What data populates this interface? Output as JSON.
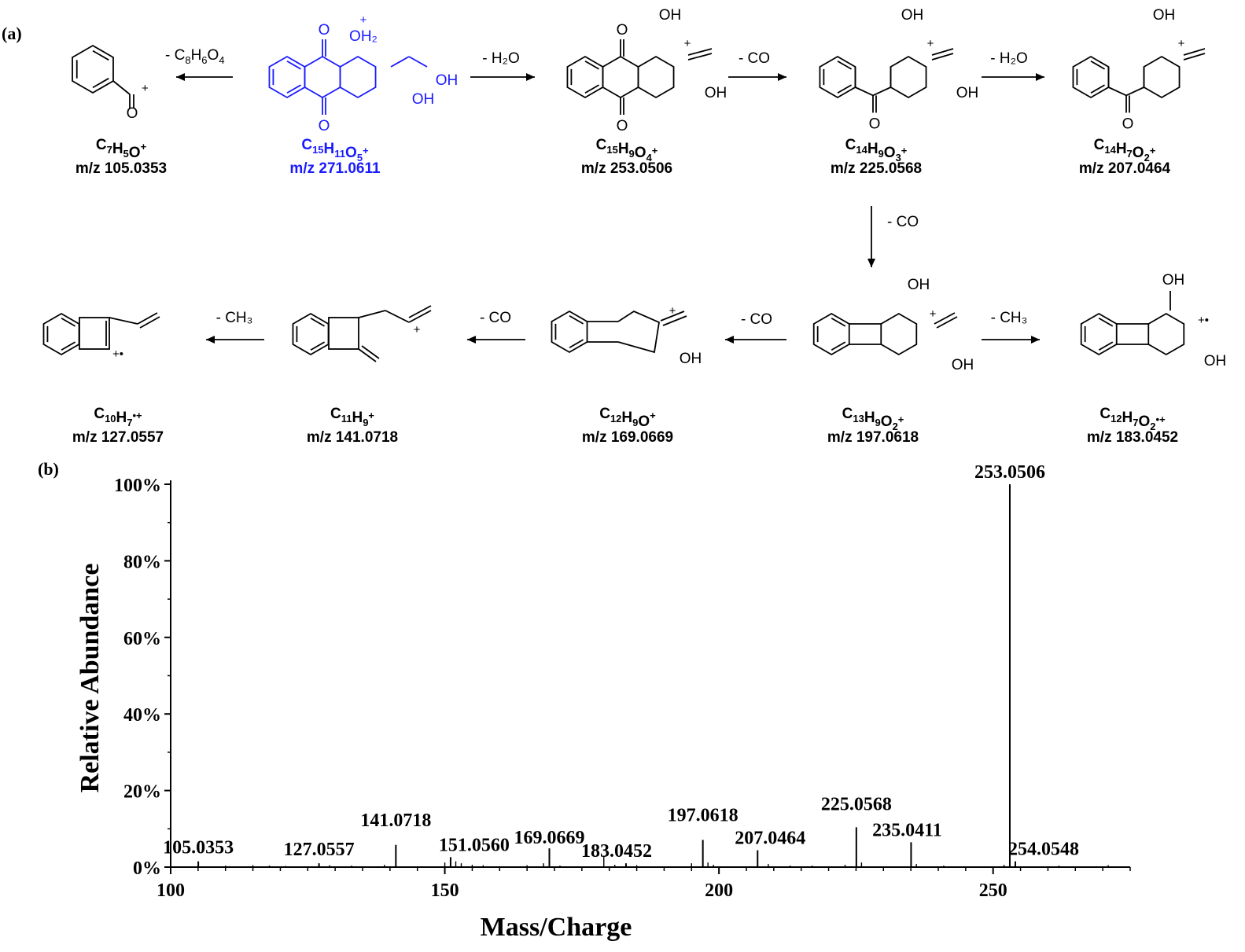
{
  "panels": {
    "a": "(a)",
    "b": "(b)"
  },
  "scheme": {
    "precursor": {
      "formula_main": "C",
      "formula": [
        [
          "C",
          "15"
        ],
        [
          "H",
          "11"
        ],
        [
          "O",
          "5"
        ]
      ],
      "charge": "+",
      "mz": "m/z 271.0611",
      "color": "#1a1aff"
    },
    "fragments_row1": [
      {
        "id": "c7",
        "formula": [
          [
            "C",
            "7"
          ],
          [
            "H",
            "5"
          ],
          [
            "O",
            ""
          ]
        ],
        "charge": "+",
        "mz": "m/z 105.0353"
      },
      {
        "id": "c15",
        "formula": [
          [
            "C",
            "15"
          ],
          [
            "H",
            "9"
          ],
          [
            "O",
            "4"
          ]
        ],
        "charge": "+",
        "mz": "m/z 253.0506"
      },
      {
        "id": "c14a",
        "formula": [
          [
            "C",
            "14"
          ],
          [
            "H",
            "9"
          ],
          [
            "O",
            "3"
          ]
        ],
        "charge": "+",
        "mz": "m/z 225.0568"
      },
      {
        "id": "c14b",
        "formula": [
          [
            "C",
            "14"
          ],
          [
            "H",
            "7"
          ],
          [
            "O",
            "2"
          ]
        ],
        "charge": "+",
        "mz": "m/z 207.0464"
      }
    ],
    "fragments_row2": [
      {
        "id": "c10",
        "formula": [
          [
            "C",
            "10"
          ],
          [
            "H",
            "7"
          ]
        ],
        "charge": "•+",
        "mz": "m/z 127.0557"
      },
      {
        "id": "c11",
        "formula": [
          [
            "C",
            "11"
          ],
          [
            "H",
            "9"
          ]
        ],
        "charge": "+",
        "mz": "m/z 141.0718"
      },
      {
        "id": "c12a",
        "formula": [
          [
            "C",
            "12"
          ],
          [
            "H",
            "9"
          ],
          [
            "O",
            ""
          ]
        ],
        "charge": "+",
        "mz": "m/z 169.0669"
      },
      {
        "id": "c13",
        "formula": [
          [
            "C",
            "13"
          ],
          [
            "H",
            "9"
          ],
          [
            "O",
            "2"
          ]
        ],
        "charge": "+",
        "mz": "m/z 197.0618"
      },
      {
        "id": "c12b",
        "formula": [
          [
            "C",
            "12"
          ],
          [
            "H",
            "7"
          ],
          [
            "O",
            "2"
          ]
        ],
        "charge": "•+",
        "mz": "m/z 183.0452"
      }
    ],
    "losses": {
      "to_c7": [
        [
          "- C",
          ""
        ],
        [
          "8",
          true
        ],
        [
          "H",
          ""
        ],
        [
          "6",
          true
        ],
        [
          "O",
          ""
        ],
        [
          "4",
          true
        ]
      ],
      "h2o": "- H₂O",
      "co": "- CO",
      "ch3": "- CH₃"
    },
    "atom_labels": {
      "oh": "OH",
      "o": "O",
      "plus": "+",
      "radical_plus": "+•",
      "oh2": "OH₂"
    }
  },
  "chart_data": {
    "type": "bar",
    "xlabel": "Mass/Charge",
    "ylabel": "Relative Abundance",
    "xlim": [
      100,
      275
    ],
    "ylim": [
      0,
      100
    ],
    "xticks": [
      100,
      150,
      200,
      250
    ],
    "yticks": [
      "0%",
      "20%",
      "40%",
      "60%",
      "80%",
      "100%"
    ],
    "yticks_values": [
      0,
      20,
      40,
      60,
      80,
      100
    ],
    "peaks": [
      {
        "mz": 105.0353,
        "abundance": 1.5,
        "label": "105.0353"
      },
      {
        "mz": 127.0557,
        "abundance": 1.0,
        "label": "127.0557"
      },
      {
        "mz": 141.0718,
        "abundance": 5.8,
        "label": "141.0718"
      },
      {
        "mz": 151.056,
        "abundance": 2.6,
        "label": "151.0560"
      },
      {
        "mz": 169.0669,
        "abundance": 4.9,
        "label": "169.0669"
      },
      {
        "mz": 183.0452,
        "abundance": 1.0,
        "label": "183.0452"
      },
      {
        "mz": 197.0618,
        "abundance": 7.1,
        "label": "197.0618"
      },
      {
        "mz": 207.0464,
        "abundance": 4.4,
        "label": "207.0464"
      },
      {
        "mz": 225.0568,
        "abundance": 10.4,
        "label": "225.0568"
      },
      {
        "mz": 235.0411,
        "abundance": 6.5,
        "label": "235.0411"
      },
      {
        "mz": 253.0506,
        "abundance": 100,
        "label": "253.0506"
      },
      {
        "mz": 254.0548,
        "abundance": 1.5,
        "label": "254.0548"
      }
    ],
    "minor_peaks": [
      {
        "mz": 110.0,
        "abundance": 0.4
      },
      {
        "mz": 115.0,
        "abundance": 0.5
      },
      {
        "mz": 118.0,
        "abundance": 0.4
      },
      {
        "mz": 121.0,
        "abundance": 0.3
      },
      {
        "mz": 129.0,
        "abundance": 0.5
      },
      {
        "mz": 133.0,
        "abundance": 0.4
      },
      {
        "mz": 139.0,
        "abundance": 0.6
      },
      {
        "mz": 150.0,
        "abundance": 1.2
      },
      {
        "mz": 152.0,
        "abundance": 1.5
      },
      {
        "mz": 153.0,
        "abundance": 1.0
      },
      {
        "mz": 155.0,
        "abundance": 0.6
      },
      {
        "mz": 157.0,
        "abundance": 0.5
      },
      {
        "mz": 165.0,
        "abundance": 0.5
      },
      {
        "mz": 168.0,
        "abundance": 1.0
      },
      {
        "mz": 171.0,
        "abundance": 0.4
      },
      {
        "mz": 179.0,
        "abundance": 3.0
      },
      {
        "mz": 181.0,
        "abundance": 0.6
      },
      {
        "mz": 185.0,
        "abundance": 0.5
      },
      {
        "mz": 195.0,
        "abundance": 1.0
      },
      {
        "mz": 198.0,
        "abundance": 1.2
      },
      {
        "mz": 199.0,
        "abundance": 0.6
      },
      {
        "mz": 209.0,
        "abundance": 0.8
      },
      {
        "mz": 213.0,
        "abundance": 0.4
      },
      {
        "mz": 217.0,
        "abundance": 0.4
      },
      {
        "mz": 223.0,
        "abundance": 0.6
      },
      {
        "mz": 226.0,
        "abundance": 1.2
      },
      {
        "mz": 236.0,
        "abundance": 0.8
      },
      {
        "mz": 241.0,
        "abundance": 0.4
      },
      {
        "mz": 252.0,
        "abundance": 0.6
      },
      {
        "mz": 262.0,
        "abundance": 0.4
      },
      {
        "mz": 271.0,
        "abundance": 0.5
      }
    ]
  }
}
